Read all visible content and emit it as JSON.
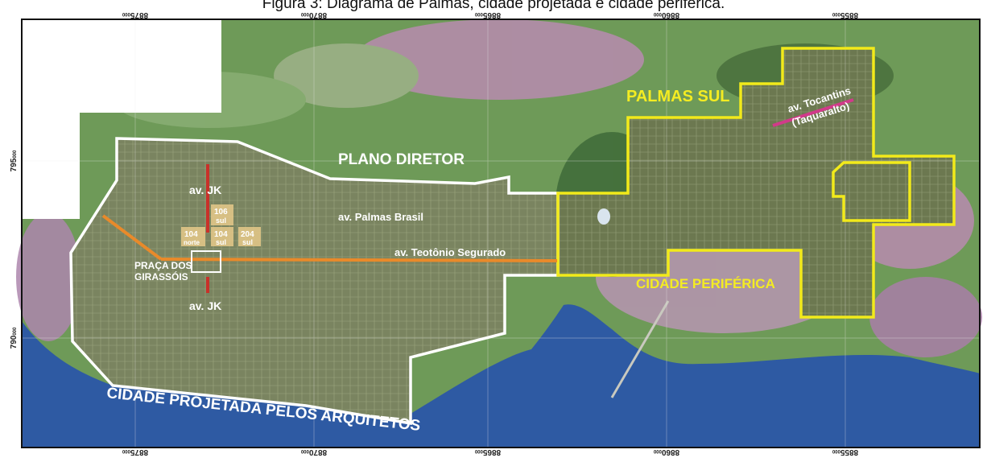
{
  "title": "Figura 3: Diagrama de Palmas, cidade projetada e cidade periférica.",
  "grid": {
    "top_ticks": [
      "8875",
      "8870",
      "8865",
      "8860",
      "8855"
    ],
    "bottom_ticks": [
      "8875",
      "8870",
      "8865",
      "8860",
      "8855"
    ],
    "left_ticks": [
      "795",
      "790"
    ],
    "tick_superscript": "000"
  },
  "labels": {
    "palmas_sul": "PALMAS SUL",
    "plano_diretor": "PLANO DIRETOR",
    "cidade_periferica": "CIDADE PERIFÉRICA",
    "cidade_projetada": "CIDADE PROJETADA PELOS ARQUITETOS",
    "av_tocantins": "av. Tocantins",
    "taquaralto": "(Taquaralto)",
    "av_jk_top": "av. JK",
    "av_jk_bottom": "av. JK",
    "av_palmas_brasil": "av. Palmas Brasil",
    "av_teotonio": "av. Teotônio Segurado",
    "praca_1": "PRAÇA DOS",
    "praca_2": "GIRASSÓIS",
    "q106_num": "106",
    "q106_sul": "sul",
    "q104n_num": "104",
    "q104n_norte": "norte",
    "q104s_num": "104",
    "q104s_sul": "sul",
    "q204_num": "204",
    "q204_sul": "sul"
  },
  "colors": {
    "water": "#2e5aa3",
    "land_green": "#5e8a4a",
    "land_pink": "#b98bb0",
    "urban": "#6f7a52",
    "projetada_outline": "#ffffff",
    "periferica_outline": "#f2ea1a",
    "teotonio_line": "#e98a2a",
    "jk_line": "#c8312a",
    "tocantins_line": "#d13a8a",
    "label_yellow": "#f4ec22"
  }
}
